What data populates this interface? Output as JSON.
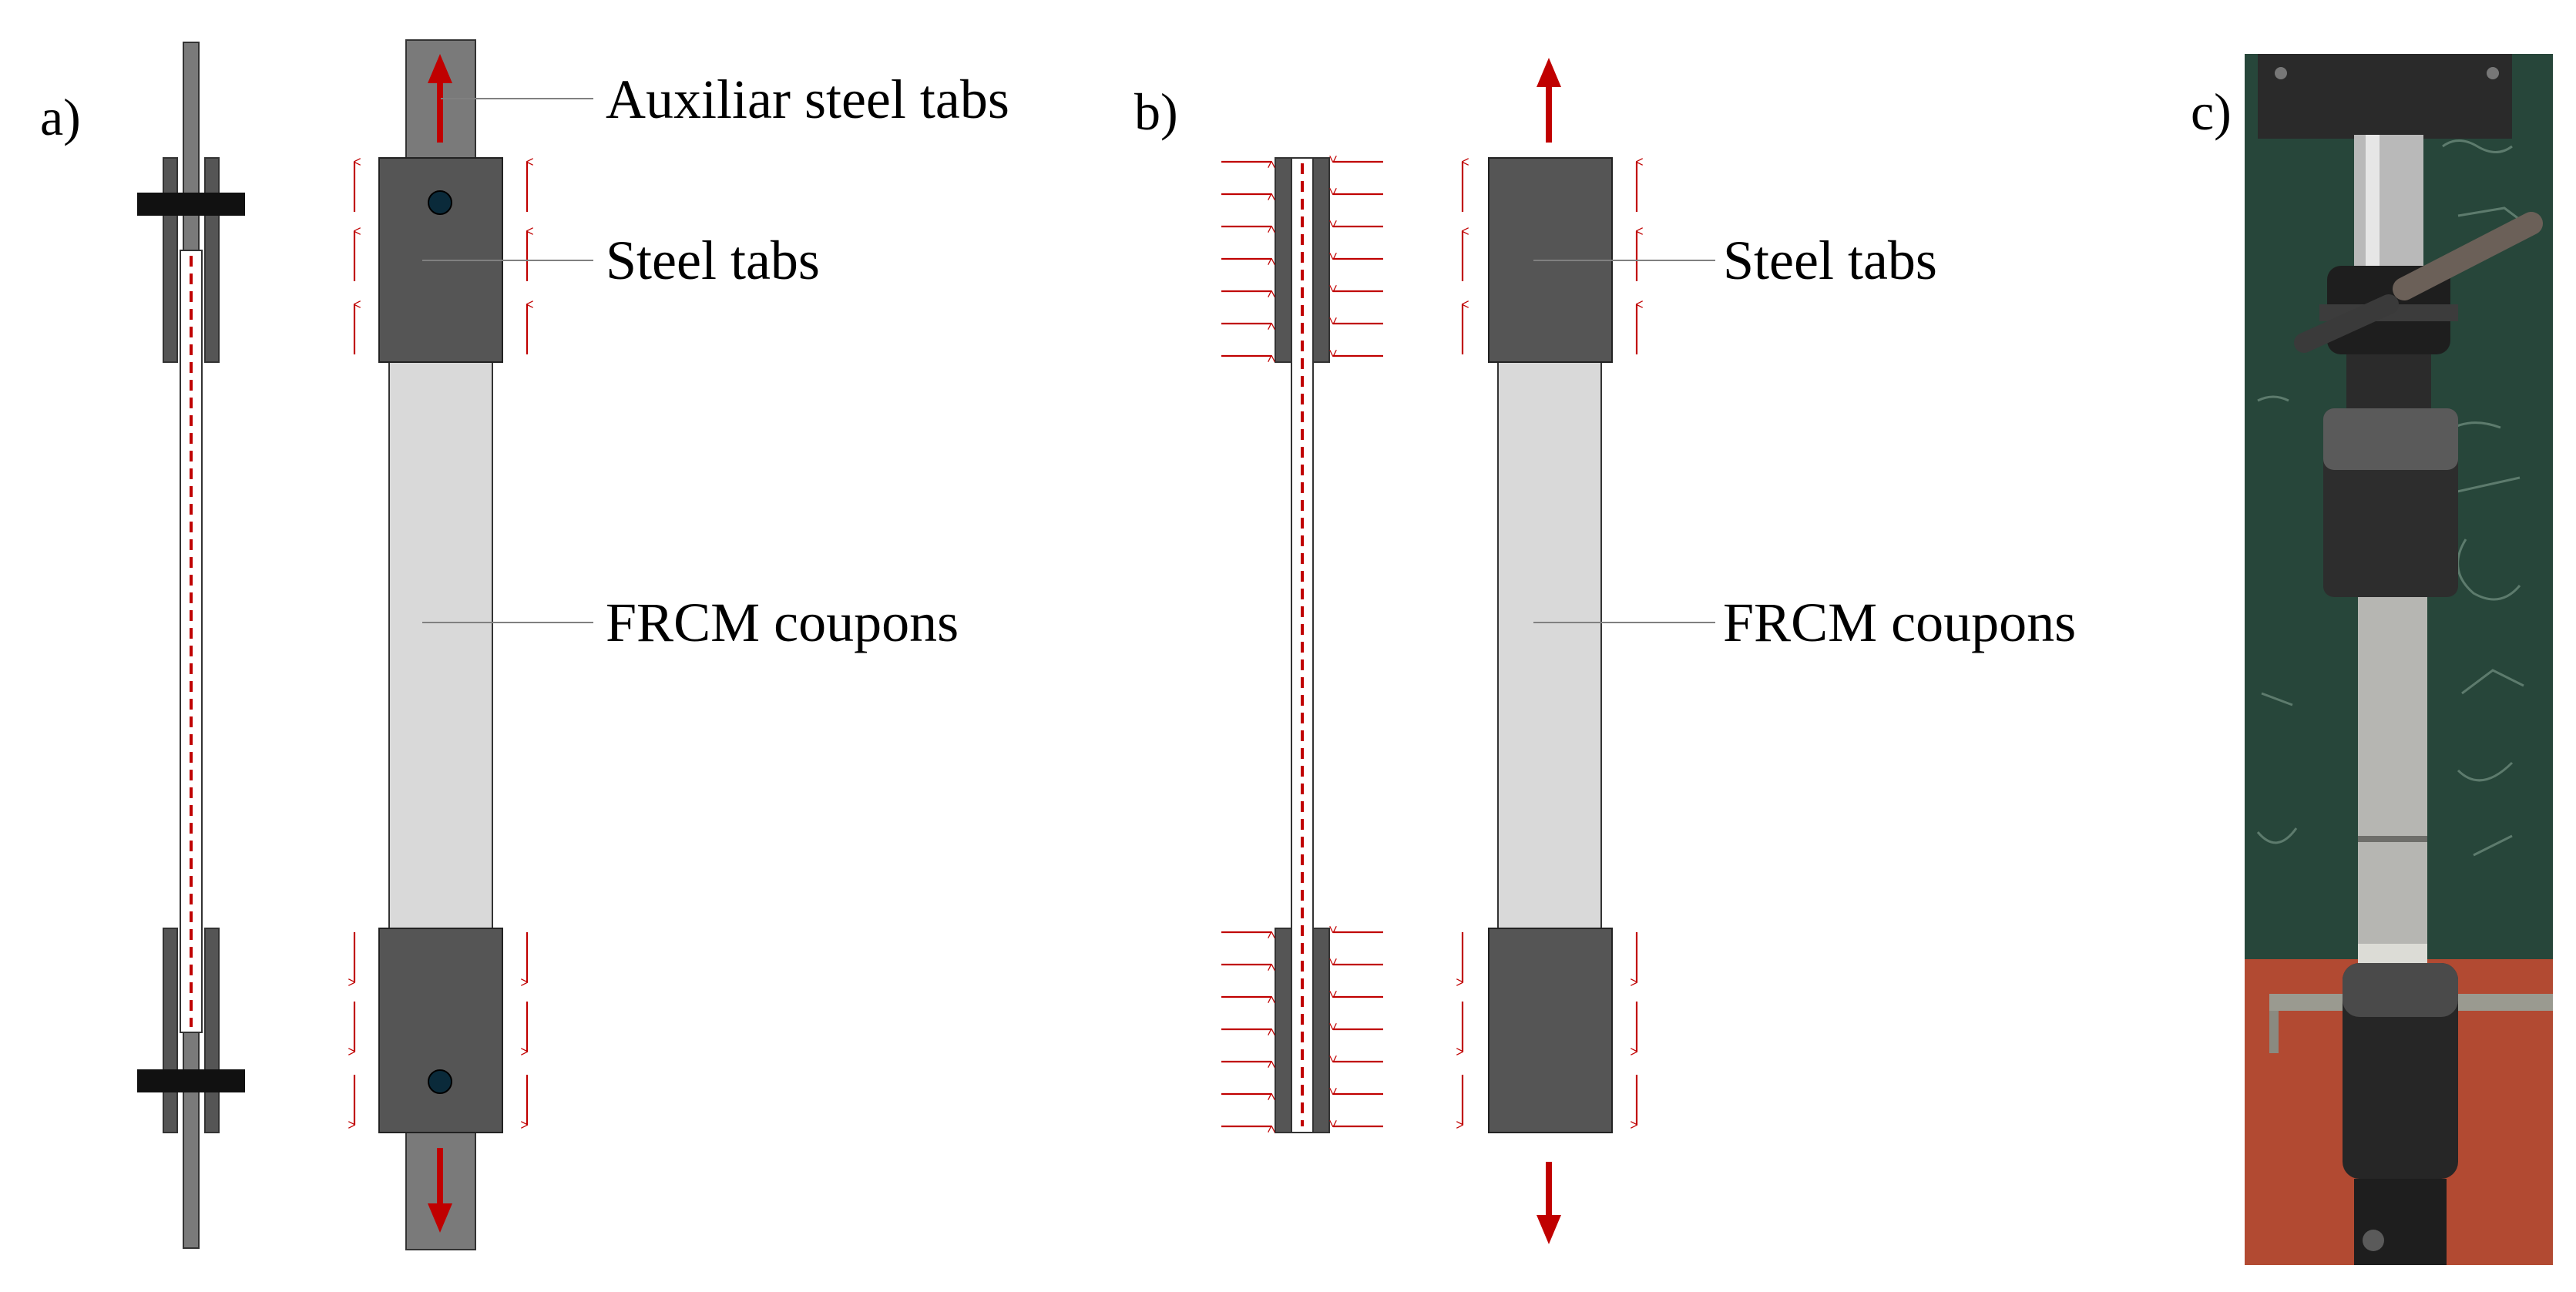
{
  "panels": {
    "a": {
      "tag": "a)",
      "labels": {
        "auxiliar_tabs": "Auxiliar steel tabs",
        "steel_tabs": "Steel tabs",
        "coupon": "FRCM coupons"
      }
    },
    "b": {
      "tag": "b)",
      "labels": {
        "steel_tabs": "Steel tabs",
        "coupon": "FRCM coupons"
      }
    },
    "c": {
      "tag": "c)"
    }
  },
  "colors": {
    "tab_dark": "#555555",
    "aux_tab": "#7a7a7a",
    "coupon": "#d9d9d9",
    "arrow_red": "#c00000",
    "clamp_black": "#111111",
    "leader_gray": "#808080"
  }
}
